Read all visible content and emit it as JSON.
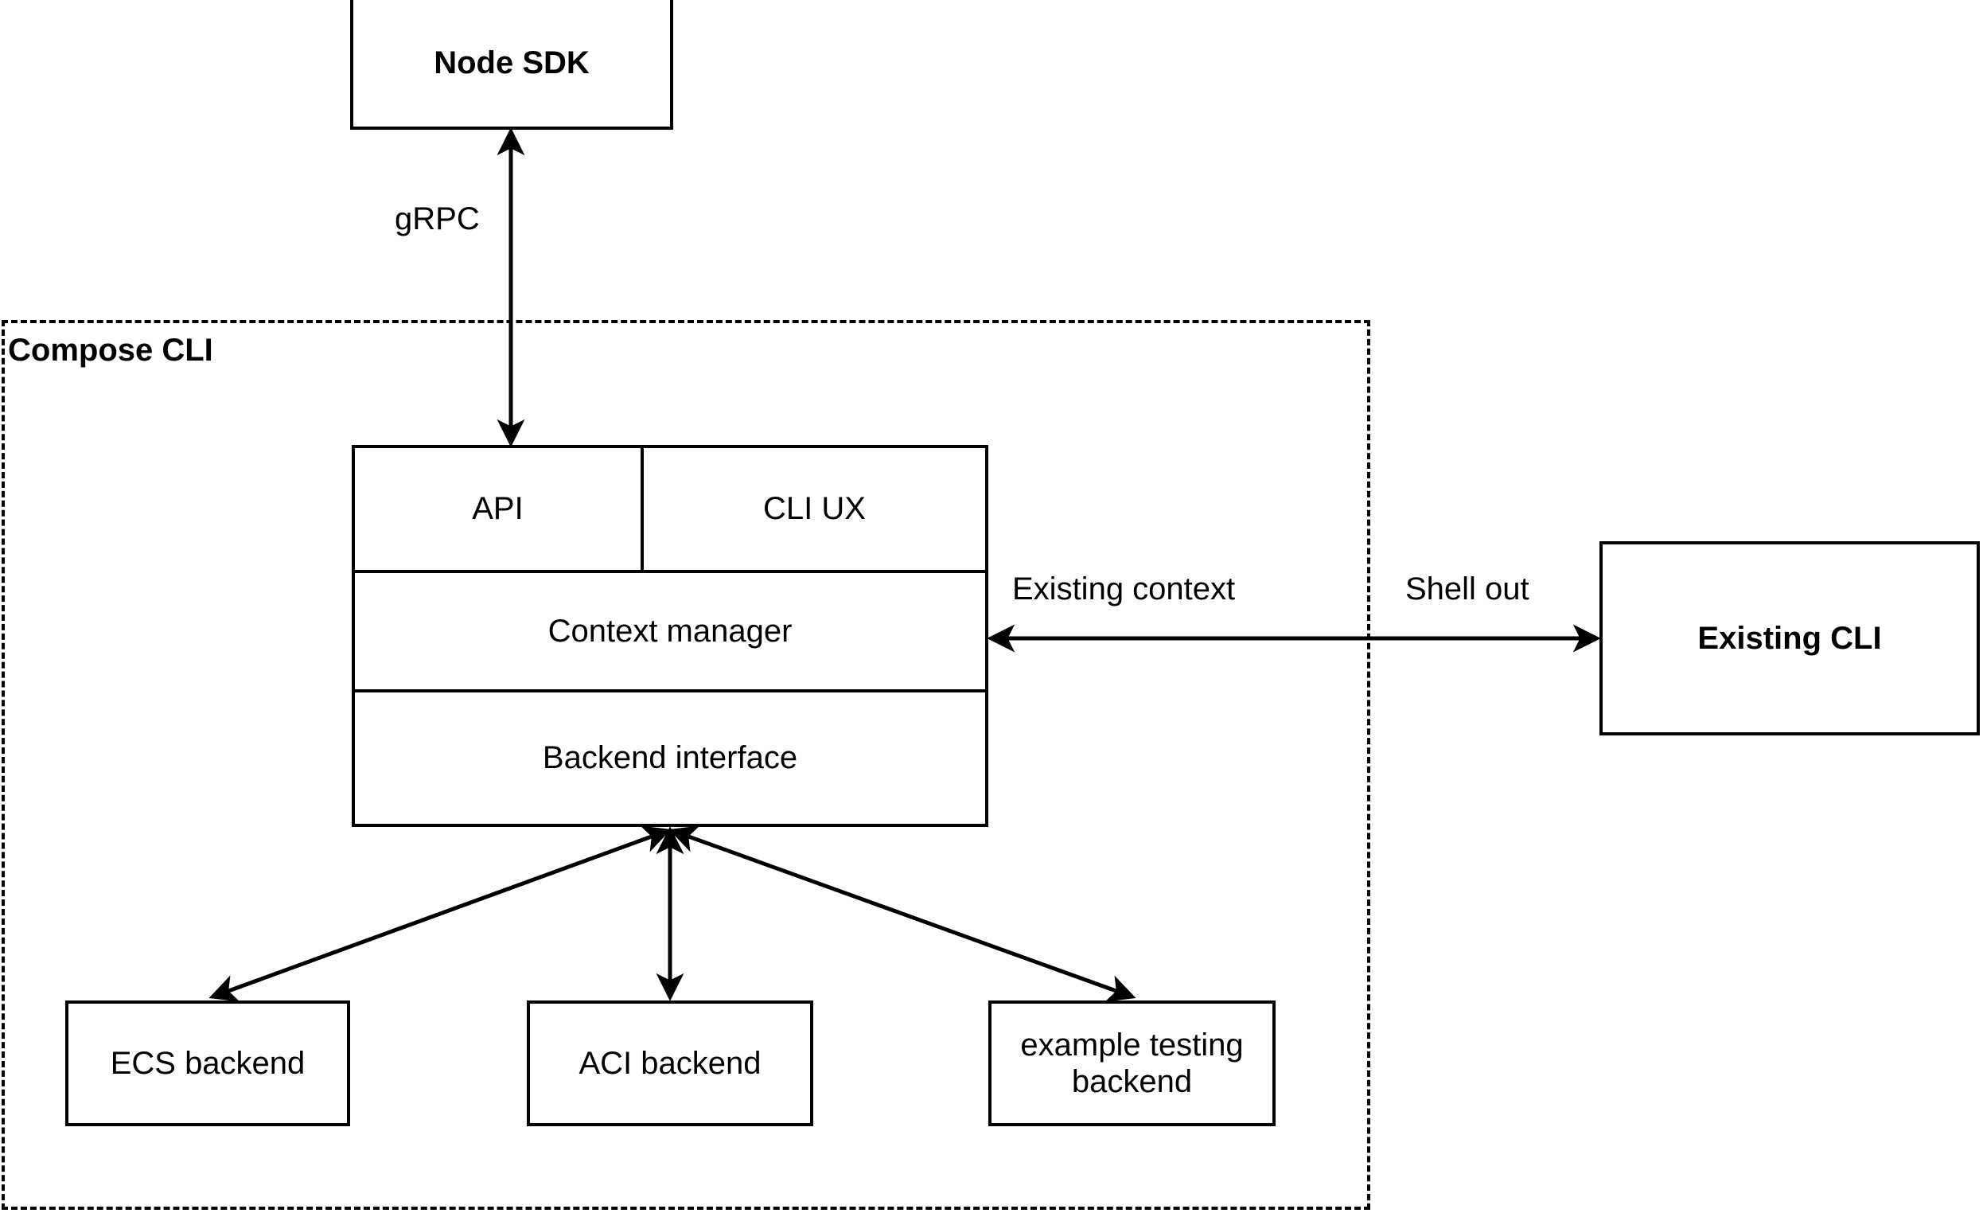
{
  "diagram": {
    "title_group": "Compose CLI",
    "nodes": {
      "node_sdk": "Node SDK",
      "existing_cli": "Existing CLI",
      "api": "API",
      "cli_ux": "CLI UX",
      "context_manager": "Context manager",
      "backend_interface": "Backend interface",
      "ecs_backend": "ECS backend",
      "aci_backend": "ACI backend",
      "example_testing_backend_line1": "example testing",
      "example_testing_backend_line2": "backend"
    },
    "edges": {
      "grpc": "gRPC",
      "existing_context": "Existing context",
      "shell_out": "Shell out"
    },
    "style": {
      "stroke": "#000000",
      "fill": "#ffffff",
      "group_border": "dashed"
    }
  }
}
